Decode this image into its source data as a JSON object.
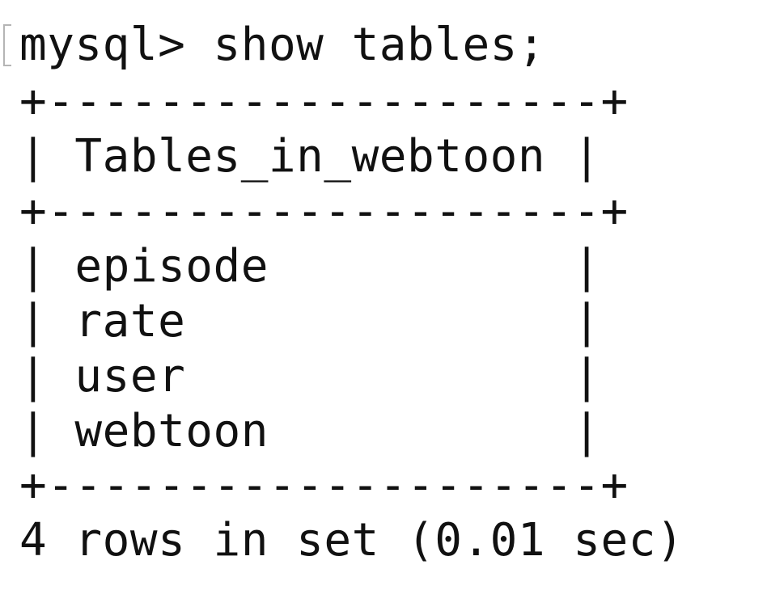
{
  "terminal": {
    "prompt": "mysql>",
    "command": "show tables;",
    "border": "+--------------------+",
    "header_row": "| Tables_in_webtoon |",
    "rows": [
      "| episode           |",
      "| rate              |",
      "| user              |",
      "| webtoon           |"
    ],
    "summary": "4 rows in set (0.01 sec)"
  },
  "colors": {
    "background": "#ffffff",
    "text": "#111111"
  }
}
